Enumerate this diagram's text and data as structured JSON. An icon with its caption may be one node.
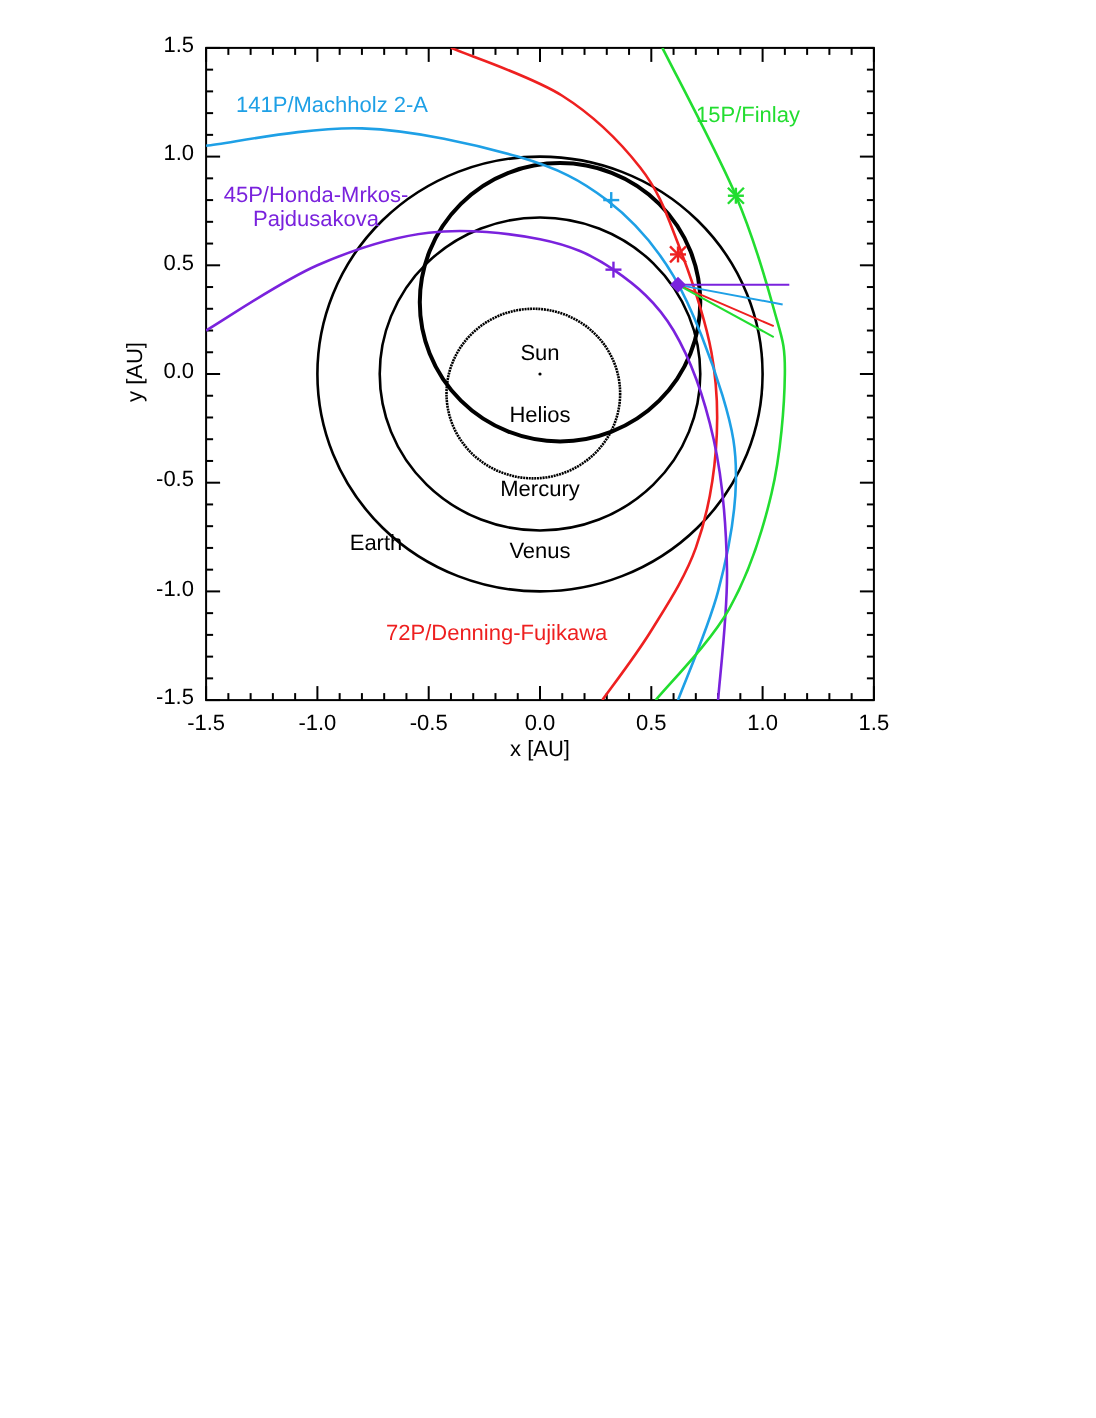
{
  "diagram": {
    "labels": [
      "141P/Machholz 2-A",
      "15P/Finlay",
      "45P/Honda-Mrkos-Pajdusakova",
      "Sun",
      "Helios",
      "Mercury",
      "Earth",
      "Venus",
      "72P/Denning-Fujikawa",
      "1.5",
      "1.0",
      "0.5",
      "0.0",
      "-0.5",
      "-1.0",
      "-1.5",
      "-1.5",
      "-1.0",
      "-0.5",
      "0.0",
      "0.5",
      "1.0",
      "1.5",
      "x [AU]",
      "y [AU]"
    ]
  }
}
